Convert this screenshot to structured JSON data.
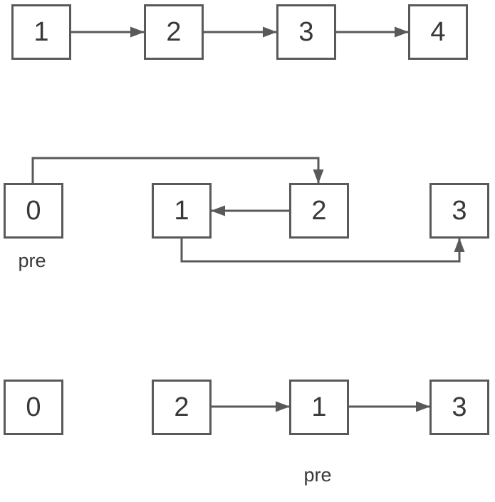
{
  "colors": {
    "stroke": "#595959",
    "text": "#383838",
    "background": "#ffffff"
  },
  "original_list": {
    "nodes": [
      "1",
      "2",
      "3",
      "4"
    ],
    "edges": [
      {
        "from": "1",
        "to": "2",
        "style": "straight-right"
      },
      {
        "from": "2",
        "to": "3",
        "style": "straight-right"
      },
      {
        "from": "3",
        "to": "4",
        "style": "straight-right"
      }
    ]
  },
  "reversal_step_list": {
    "nodes": [
      "0",
      "1",
      "2",
      "3"
    ],
    "pre_label": "pre",
    "edges": [
      {
        "from": "0",
        "to": "2",
        "style": "elbow-over-top"
      },
      {
        "from": "2",
        "to": "1",
        "style": "straight-left"
      },
      {
        "from": "1",
        "to": "3",
        "style": "elbow-under-bottom"
      }
    ]
  },
  "result_list": {
    "nodes": [
      "0",
      "2",
      "1",
      "3"
    ],
    "pre_label": "pre",
    "edges": [
      {
        "from": "2",
        "to": "1",
        "style": "straight-right"
      },
      {
        "from": "1",
        "to": "3",
        "style": "straight-right"
      }
    ]
  }
}
